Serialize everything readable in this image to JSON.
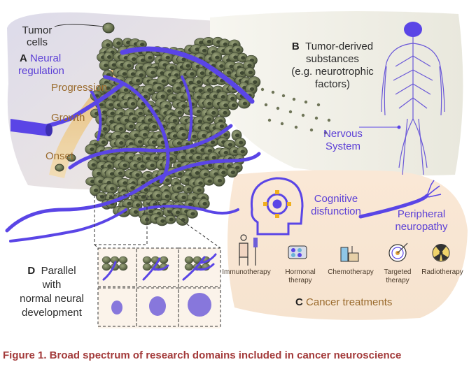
{
  "panelA": {
    "letter": "A",
    "title_line1": "Neural",
    "title_line2": "regulation",
    "tumor_cells_line1": "Tumor",
    "tumor_cells_line2": "cells",
    "stages": [
      "Progression",
      "Growth",
      "Onset"
    ]
  },
  "panelB": {
    "letter": "B",
    "line1": "Tumor-derived",
    "line2": "substances",
    "line3": "(e.g. neurotrophic",
    "line4": "factors)",
    "nervous_line1": "Nervous",
    "nervous_line2": "System"
  },
  "panelC": {
    "letter": "C",
    "title": "Cancer treatments",
    "cognitive_line1": "Cognitive",
    "cognitive_line2": "disfunction",
    "peripheral_line1": "Peripheral",
    "peripheral_line2": "neuropathy",
    "treatments": [
      {
        "label_line1": "Immunotherapy",
        "label_line2": ""
      },
      {
        "label_line1": "Hormonal",
        "label_line2": "therapy"
      },
      {
        "label_line1": "Chemotherapy",
        "label_line2": ""
      },
      {
        "label_line1": "Targeted",
        "label_line2": "therapy"
      },
      {
        "label_line1": "Radiotherapy",
        "label_line2": ""
      }
    ]
  },
  "panelD": {
    "letter": "D",
    "line1": "Parallel",
    "line2": "with",
    "line3": "normal neural",
    "line4": "development"
  },
  "caption": "Figure 1.  Broad spectrum of research domains included in cancer neuroscience",
  "colors": {
    "nerve": "#5a45e6",
    "tumor_cell": "#5f6b4a",
    "background_blob": "#f4eadc",
    "caption": "#a33a3a"
  }
}
